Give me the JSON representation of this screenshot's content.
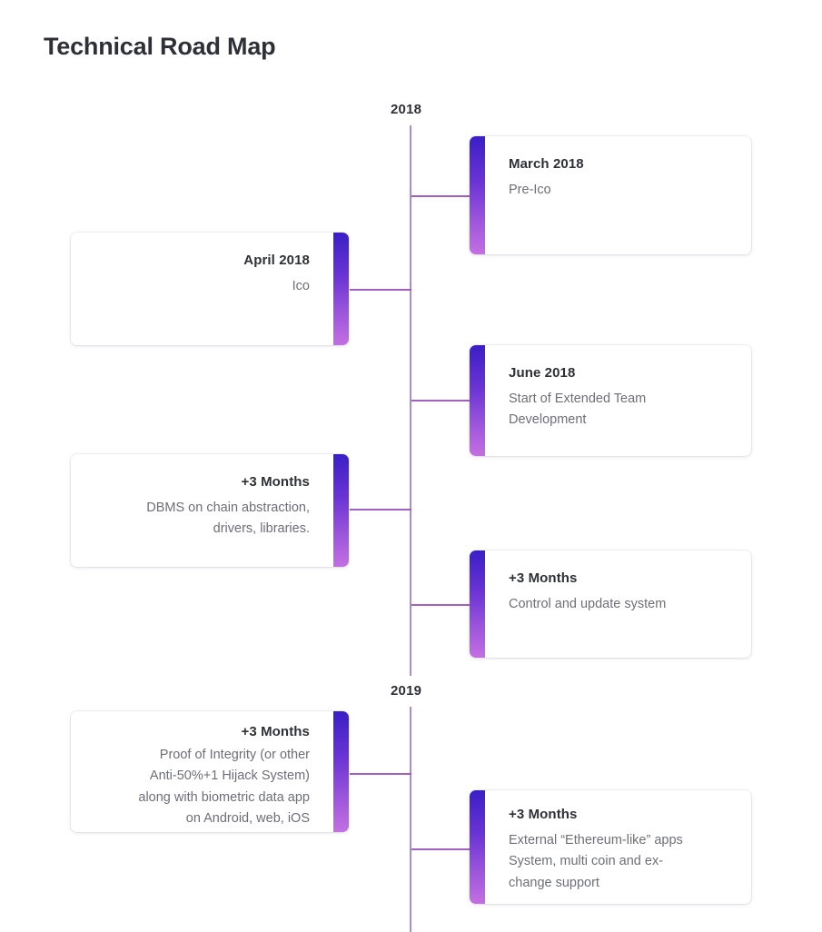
{
  "page": {
    "title": "Technical Road Map"
  },
  "timeline": {
    "years": [
      {
        "label": "2018"
      },
      {
        "label": "2019"
      }
    ],
    "milestones": [
      {
        "side": "right",
        "title": "March 2018",
        "description": "Pre-Ico"
      },
      {
        "side": "left",
        "title": "April 2018",
        "description": "Ico"
      },
      {
        "side": "right",
        "title": "June 2018",
        "description": "Start of Extended Team\nDevelopment"
      },
      {
        "side": "left",
        "title": "+3 Months",
        "description": "DBMS on chain abstraction,\ndrivers, libraries."
      },
      {
        "side": "right",
        "title": "+3 Months",
        "description": "Control and update system"
      },
      {
        "side": "left",
        "title": "+3 Months",
        "description": "Proof of Integrity (or other\nAnti-50%+1 Hijack System)\nalong with biometric data app\non Android, web, iOS"
      },
      {
        "side": "right",
        "title": "+3 Months",
        "description": "External “Ethereum-like” apps\nSystem, multi coin and ex-\nchange support"
      }
    ]
  },
  "colors": {
    "gradient_start": "#3a1fc6",
    "gradient_end": "#c46fe2",
    "spine": "#a98cc8",
    "connector": "#a260c0",
    "title_text": "#2f3037",
    "body_text": "#6e6e79",
    "background": "#ffffff"
  }
}
